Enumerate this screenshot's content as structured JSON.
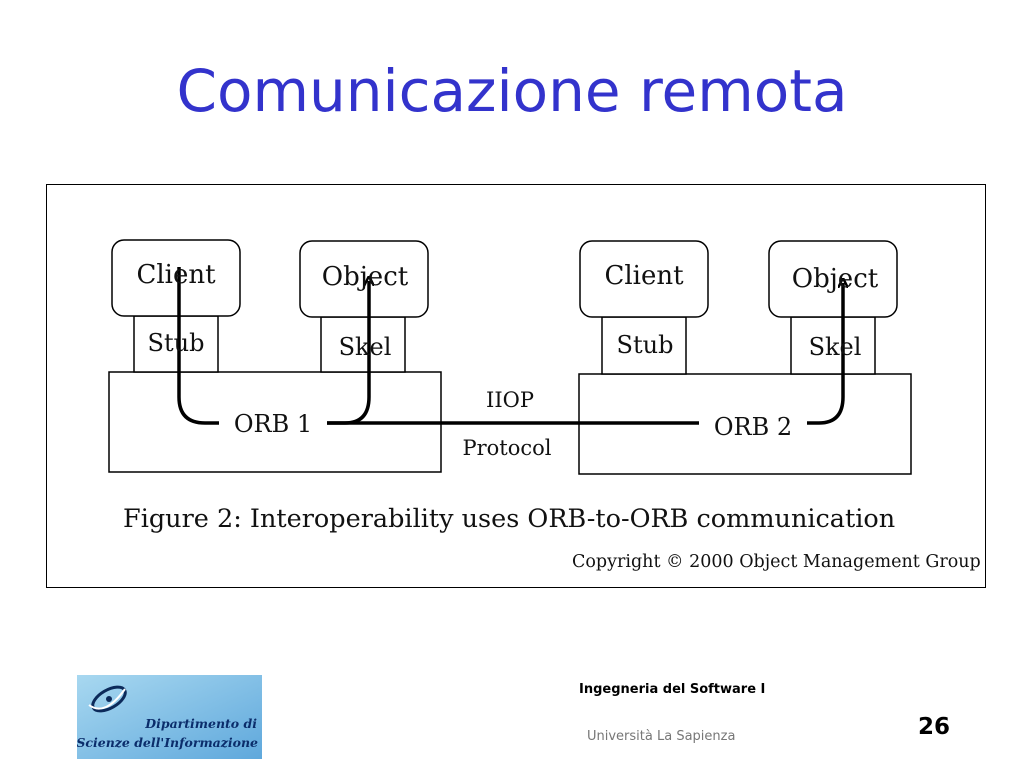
{
  "slide": {
    "title": "Comunicazione remota",
    "page_number": "26"
  },
  "figure": {
    "left": {
      "client_label": "Client",
      "object_label": "Object",
      "stub_label": "Stub",
      "skel_label": "Skel",
      "orb_label": "ORB 1"
    },
    "right": {
      "client_label": "Client",
      "object_label": "Object",
      "stub_label": "Stub",
      "skel_label": "Skel",
      "orb_label": "ORB 2"
    },
    "protocol_top": "IIOP",
    "protocol_bottom": "Protocol",
    "caption": "Figure 2: Interoperability uses ORB-to-ORB communication",
    "copyright": "Copyright © 2000 Object Management Group"
  },
  "logo": {
    "line1": "Dipartimento di",
    "line2": "Scienze dell'Informazione"
  },
  "footer": {
    "course": "Ingegneria del Software I",
    "university": "Università La Sapienza"
  }
}
